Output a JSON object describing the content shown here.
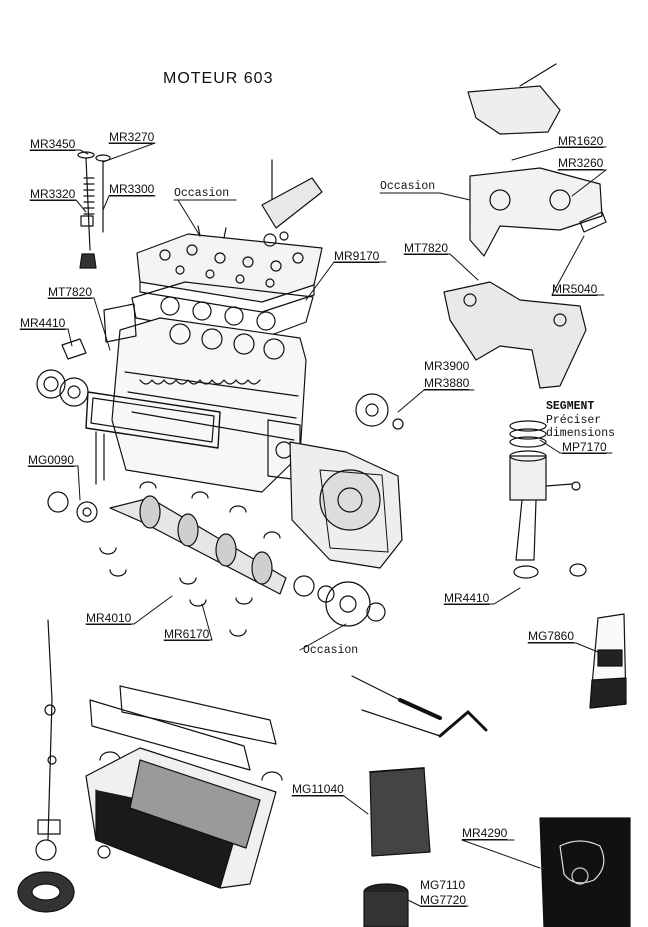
{
  "title": "MOTEUR 603",
  "labels": {
    "mr3450": "MR3450",
    "mr3270": "MR3270",
    "mr3320": "MR3320",
    "mr3300": "MR3300",
    "occasion_top": "Occasion",
    "mr1620": "MR1620",
    "mr3260": "MR3260",
    "occasion_right": "Occasion",
    "mr9170": "MR9170",
    "mt7820_right": "MT7820",
    "mr5040": "MR5040",
    "mt7820_left": "MT7820",
    "mr4410_left": "MR4410",
    "mr3900": "MR3900",
    "mr3880": "MR3880",
    "segment": "SEGMENT",
    "preciser": "Préciser",
    "dimensions": "dimensions",
    "mp7170": "MP7170",
    "mg0090": "MG0090",
    "mr4010": "MR4010",
    "mr6170": "MR6170",
    "occasion_bottom": "Occasion",
    "mr4410_right": "MR4410",
    "mg7860": "MG7860",
    "mg11040": "MG11040",
    "mr4290": "MR4290",
    "mg7110": "MG7110",
    "mg7720": "MG7720"
  },
  "colors": {
    "ink": "#111111",
    "shade": "#555555",
    "paper": "#ffffff"
  }
}
